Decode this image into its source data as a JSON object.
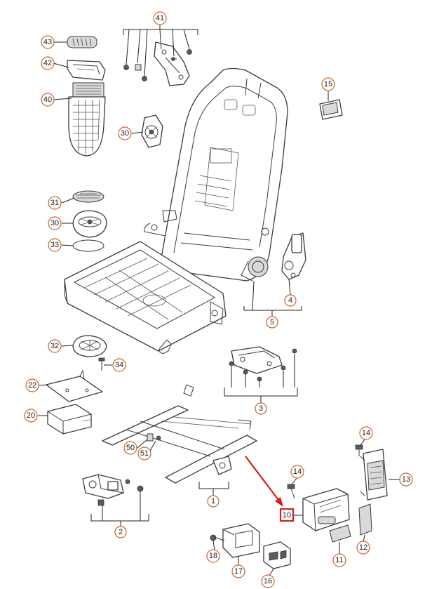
{
  "colors": {
    "callout_ring": "#c8622a",
    "highlight": "#d91d1d",
    "line": "#3a3a3a"
  },
  "callouts": {
    "c41": "41",
    "c43": "43",
    "c42": "42",
    "c40": "40",
    "c15": "15",
    "c30a": "30",
    "c31": "31",
    "c30b": "30",
    "c33": "33",
    "c4": "4",
    "c5": "5",
    "c32": "32",
    "c34": "34",
    "c22": "22",
    "c3": "3",
    "c20": "20",
    "c50": "50",
    "c51": "51",
    "c14a": "14",
    "c14b": "14",
    "c13": "13",
    "c2": "2",
    "c1": "1",
    "c10": "10",
    "c12": "12",
    "c11": "11",
    "c18": "18",
    "c17": "17",
    "c16": "16"
  }
}
